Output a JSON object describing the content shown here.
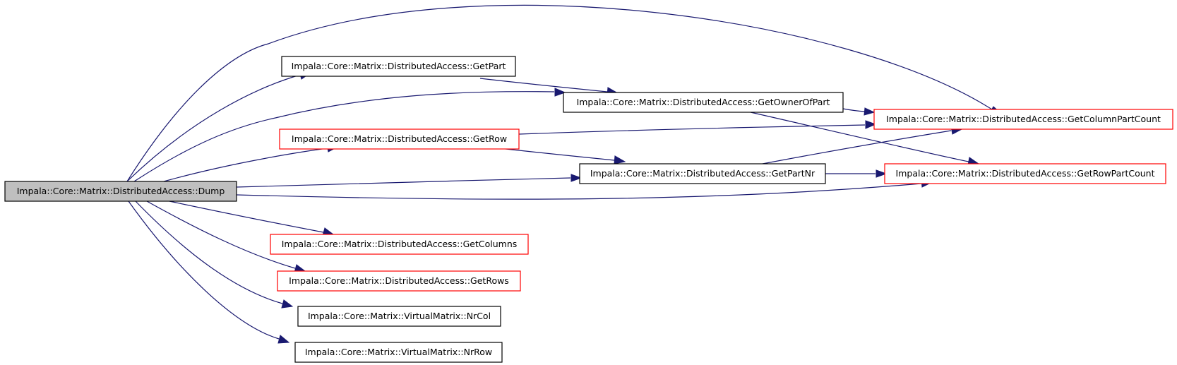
{
  "colors": {
    "edge": "#191970",
    "border_normal": "#000000",
    "border_truncated": "#ff0000",
    "root_fill": "#bfbfbf",
    "node_fill": "#ffffff"
  },
  "nodes": [
    {
      "id": "dump",
      "label": "Impala::Core::Matrix::DistributedAccess::Dump",
      "style": "root"
    },
    {
      "id": "getpart",
      "label": "Impala::Core::Matrix::DistributedAccess::GetPart",
      "style": "normal"
    },
    {
      "id": "getownerofpart",
      "label": "Impala::Core::Matrix::DistributedAccess::GetOwnerOfPart",
      "style": "normal"
    },
    {
      "id": "getrow",
      "label": "Impala::Core::Matrix::DistributedAccess::GetRow",
      "style": "truncated"
    },
    {
      "id": "getpartnr",
      "label": "Impala::Core::Matrix::DistributedAccess::GetPartNr",
      "style": "normal"
    },
    {
      "id": "getcolumnpartcount",
      "label": "Impala::Core::Matrix::DistributedAccess::GetColumnPartCount",
      "style": "truncated"
    },
    {
      "id": "getrowpartcount",
      "label": "Impala::Core::Matrix::DistributedAccess::GetRowPartCount",
      "style": "truncated"
    },
    {
      "id": "getcolumns",
      "label": "Impala::Core::Matrix::DistributedAccess::GetColumns",
      "style": "truncated"
    },
    {
      "id": "getrows",
      "label": "Impala::Core::Matrix::DistributedAccess::GetRows",
      "style": "truncated"
    },
    {
      "id": "nrcol",
      "label": "Impala::Core::Matrix::VirtualMatrix::NrCol",
      "style": "normal"
    },
    {
      "id": "nrrow",
      "label": "Impala::Core::Matrix::VirtualMatrix::NrRow",
      "style": "normal"
    }
  ],
  "edges": [
    {
      "from": "dump",
      "to": "getcolumnpartcount"
    },
    {
      "from": "dump",
      "to": "getpart"
    },
    {
      "from": "dump",
      "to": "getownerofpart"
    },
    {
      "from": "dump",
      "to": "getrow"
    },
    {
      "from": "dump",
      "to": "getpartnr"
    },
    {
      "from": "dump",
      "to": "getrowpartcount"
    },
    {
      "from": "dump",
      "to": "getcolumns"
    },
    {
      "from": "dump",
      "to": "getrows"
    },
    {
      "from": "dump",
      "to": "nrcol"
    },
    {
      "from": "dump",
      "to": "nrrow"
    },
    {
      "from": "getpart",
      "to": "getownerofpart"
    },
    {
      "from": "getownerofpart",
      "to": "getcolumnpartcount"
    },
    {
      "from": "getownerofpart",
      "to": "getrowpartcount"
    },
    {
      "from": "getrow",
      "to": "getcolumnpartcount"
    },
    {
      "from": "getrow",
      "to": "getpartnr"
    },
    {
      "from": "getpartnr",
      "to": "getcolumnpartcount"
    },
    {
      "from": "getpartnr",
      "to": "getrowpartcount"
    }
  ]
}
